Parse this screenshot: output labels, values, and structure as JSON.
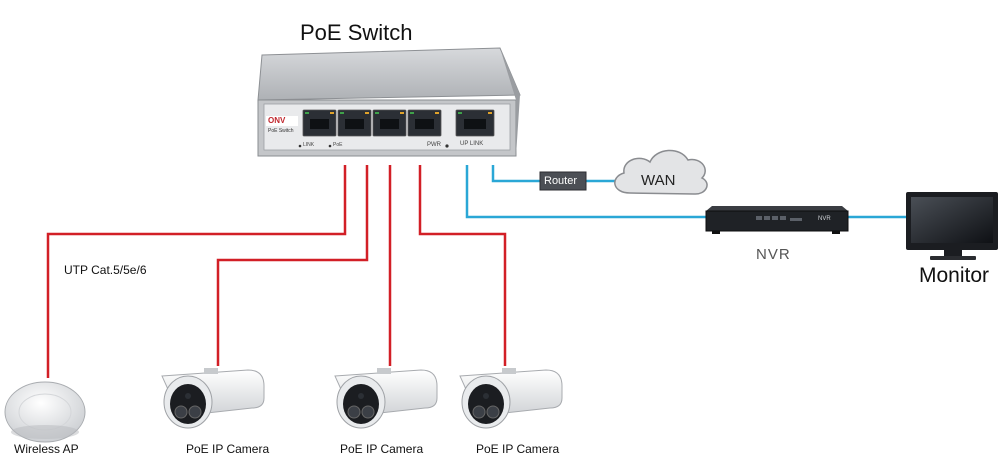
{
  "title": "PoE Switch",
  "switch": {
    "brand": "ONV",
    "model_label": "PoE Switch",
    "led_link": "LINK",
    "led_poe": "PoE",
    "pwr_label": "PWR",
    "uplink_label": "UP LINK"
  },
  "devices": {
    "router": "Router",
    "wan": "WAN",
    "nvr": "NVR",
    "nvr_badge": "NVR",
    "monitor": "Monitor",
    "wireless_ap": "Wireless AP",
    "camera_1": "PoE IP Camera",
    "camera_2": "PoE IP Camera",
    "camera_3": "PoE IP Camera"
  },
  "cable_label": "UTP Cat.5/5e/6",
  "colors": {
    "poe_cable": "#d21f26",
    "data_cable": "#2aa7d6",
    "switch_body": "#b9bcc0",
    "panel": "#2b2f35"
  }
}
